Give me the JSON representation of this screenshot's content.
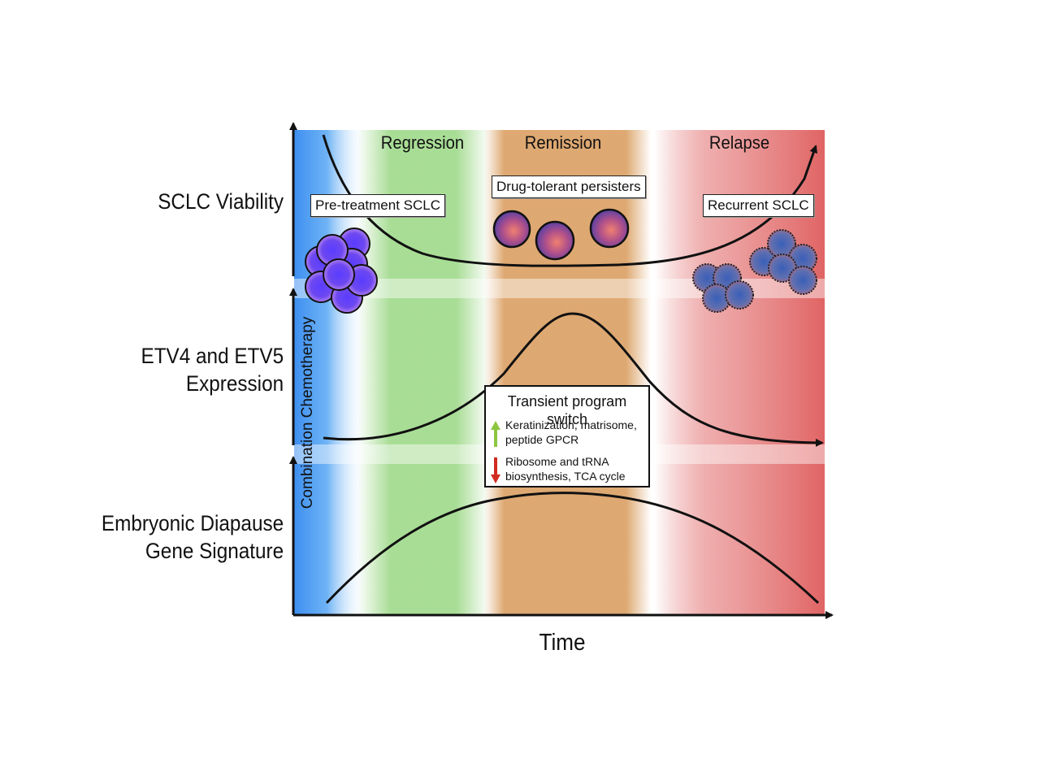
{
  "row_labels": {
    "viability": "SCLC Viability",
    "etv_line1": "ETV4 and ETV5",
    "etv_line2": "Expression",
    "diapause_line1": "Embryonic Diapause",
    "diapause_line2": "Gene Signature"
  },
  "phases": {
    "regression": "Regression",
    "remission": "Remission",
    "relapse": "Relapse"
  },
  "x_axis_title": "Time",
  "therapy_label": "Combination Chemotherapy",
  "cell_labels": {
    "pre_treatment": "Pre-treatment SCLC",
    "persisters": "Drug-tolerant persisters",
    "recurrent": "Recurrent SCLC"
  },
  "program_switch": {
    "title": "Transient program switch",
    "up_line1": "Keratinization, matrisome,",
    "up_line2": "peptide GPCR",
    "down_line1": "Ribosome and tRNA",
    "down_line2": "biosynthesis, TCA cycle"
  },
  "colors": {
    "therapy_band": "#3d8ff0",
    "regression_band": "#9fd98a",
    "remission_band": "#dca46a",
    "relapse_band": "#e06464",
    "up_arrow": "#8cc63f",
    "down_arrow": "#d22b1f",
    "pretreatment_cells": "#6a3cf0",
    "persister_cells": "#c25a7a",
    "recurrent_cells": "#4d6fb5"
  },
  "icons": {
    "up": "green-up-arrow-icon",
    "down": "red-down-arrow-icon"
  }
}
